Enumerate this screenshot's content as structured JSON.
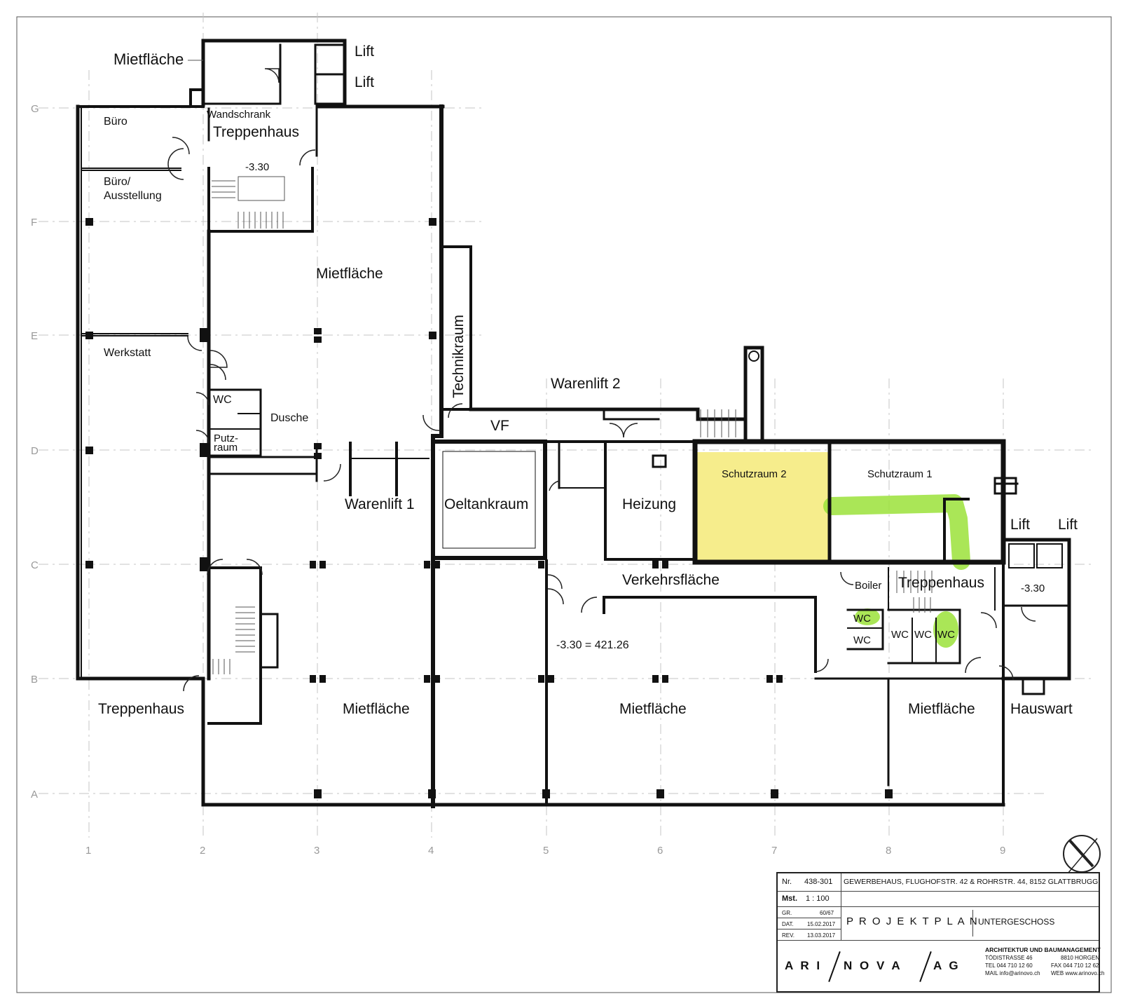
{
  "rooms": {
    "mietflaeche_top": "Mietfläche",
    "lift_a": "Lift",
    "lift_b": "Lift",
    "buero": "Büro",
    "wandschrank": "Wandschrank",
    "treppenhaus_top": "Treppenhaus",
    "level_top": "-3.30",
    "buero_ausstellung_1": "Büro/",
    "buero_ausstellung_2": "Ausstellung",
    "mietflaeche_center": "Mietfläche",
    "technikraum": "Technikraum",
    "werkstatt": "Werkstatt",
    "warenlift2": "Warenlift 2",
    "wc": "WC",
    "dusche": "Dusche",
    "vf": "VF",
    "putz_1": "Putz-",
    "putz_2": "raum",
    "warenlift1": "Warenlift 1",
    "oeltankraum": "Oeltankraum",
    "heizung": "Heizung",
    "schutzraum2": "Schutzraum 2",
    "schutzraum1": "Schutzraum 1",
    "lift_c": "Lift",
    "lift_d": "Lift",
    "verkehrsflaeche": "Verkehrsfläche",
    "boiler": "Boiler",
    "treppenhaus_right": "Treppenhaus",
    "level_right": "-3.30",
    "wc_1": "WC",
    "wc_2": "WC",
    "wc_3": "WC",
    "wc_4": "WC",
    "wc_5": "WC",
    "level_main": "-3.30 = 421.26",
    "treppenhaus_left": "Treppenhaus",
    "mietflaeche_b1": "Mietfläche",
    "mietflaeche_b2": "Mietfläche",
    "mietflaeche_b3": "Mietfläche",
    "hauswart": "Hauswart"
  },
  "grid": {
    "rows": [
      "G",
      "F",
      "E",
      "D",
      "C",
      "B",
      "A"
    ],
    "cols": [
      "1",
      "2",
      "3",
      "4",
      "5",
      "6",
      "7",
      "8",
      "9"
    ]
  },
  "colors": {
    "shelter_fill": "#f6ed8c",
    "highlight_green": "#9be23a",
    "wall": "#111111",
    "grid_line": "#bdbdbd"
  },
  "title_block": {
    "nr_label": "Nr.",
    "nr_value": "438-301",
    "project": "GEWERBEHAUS, FLUGHOFSTR. 42 & ROHRSTR. 44, 8152 GLATTBRUGG",
    "mst_label": "Mst.",
    "mst_value": "1 : 100",
    "gr_label": "GR.",
    "gr_value": "60/67",
    "dat_label": "DAT.",
    "dat_value": "15.02.2017",
    "rev_label": "REV.",
    "rev_value": "13.03.2017",
    "plan_type": "P R O J E K T P L A N",
    "floor": "UNTERGESCHOSS",
    "logo_1": "A R I",
    "logo_2": "N O V A",
    "logo_3": "A G",
    "firm": "ARCHITEKTUR UND BAUMANAGEMENT",
    "street": "TÖDISTRASSE 46",
    "city": "8810 HORGEN",
    "tel": "TEL 044 710 12 60",
    "fax": "FAX 044 710 12 62",
    "mail": "MAIL info@arinovo.ch",
    "web": "WEB www.arinovo.ch"
  }
}
